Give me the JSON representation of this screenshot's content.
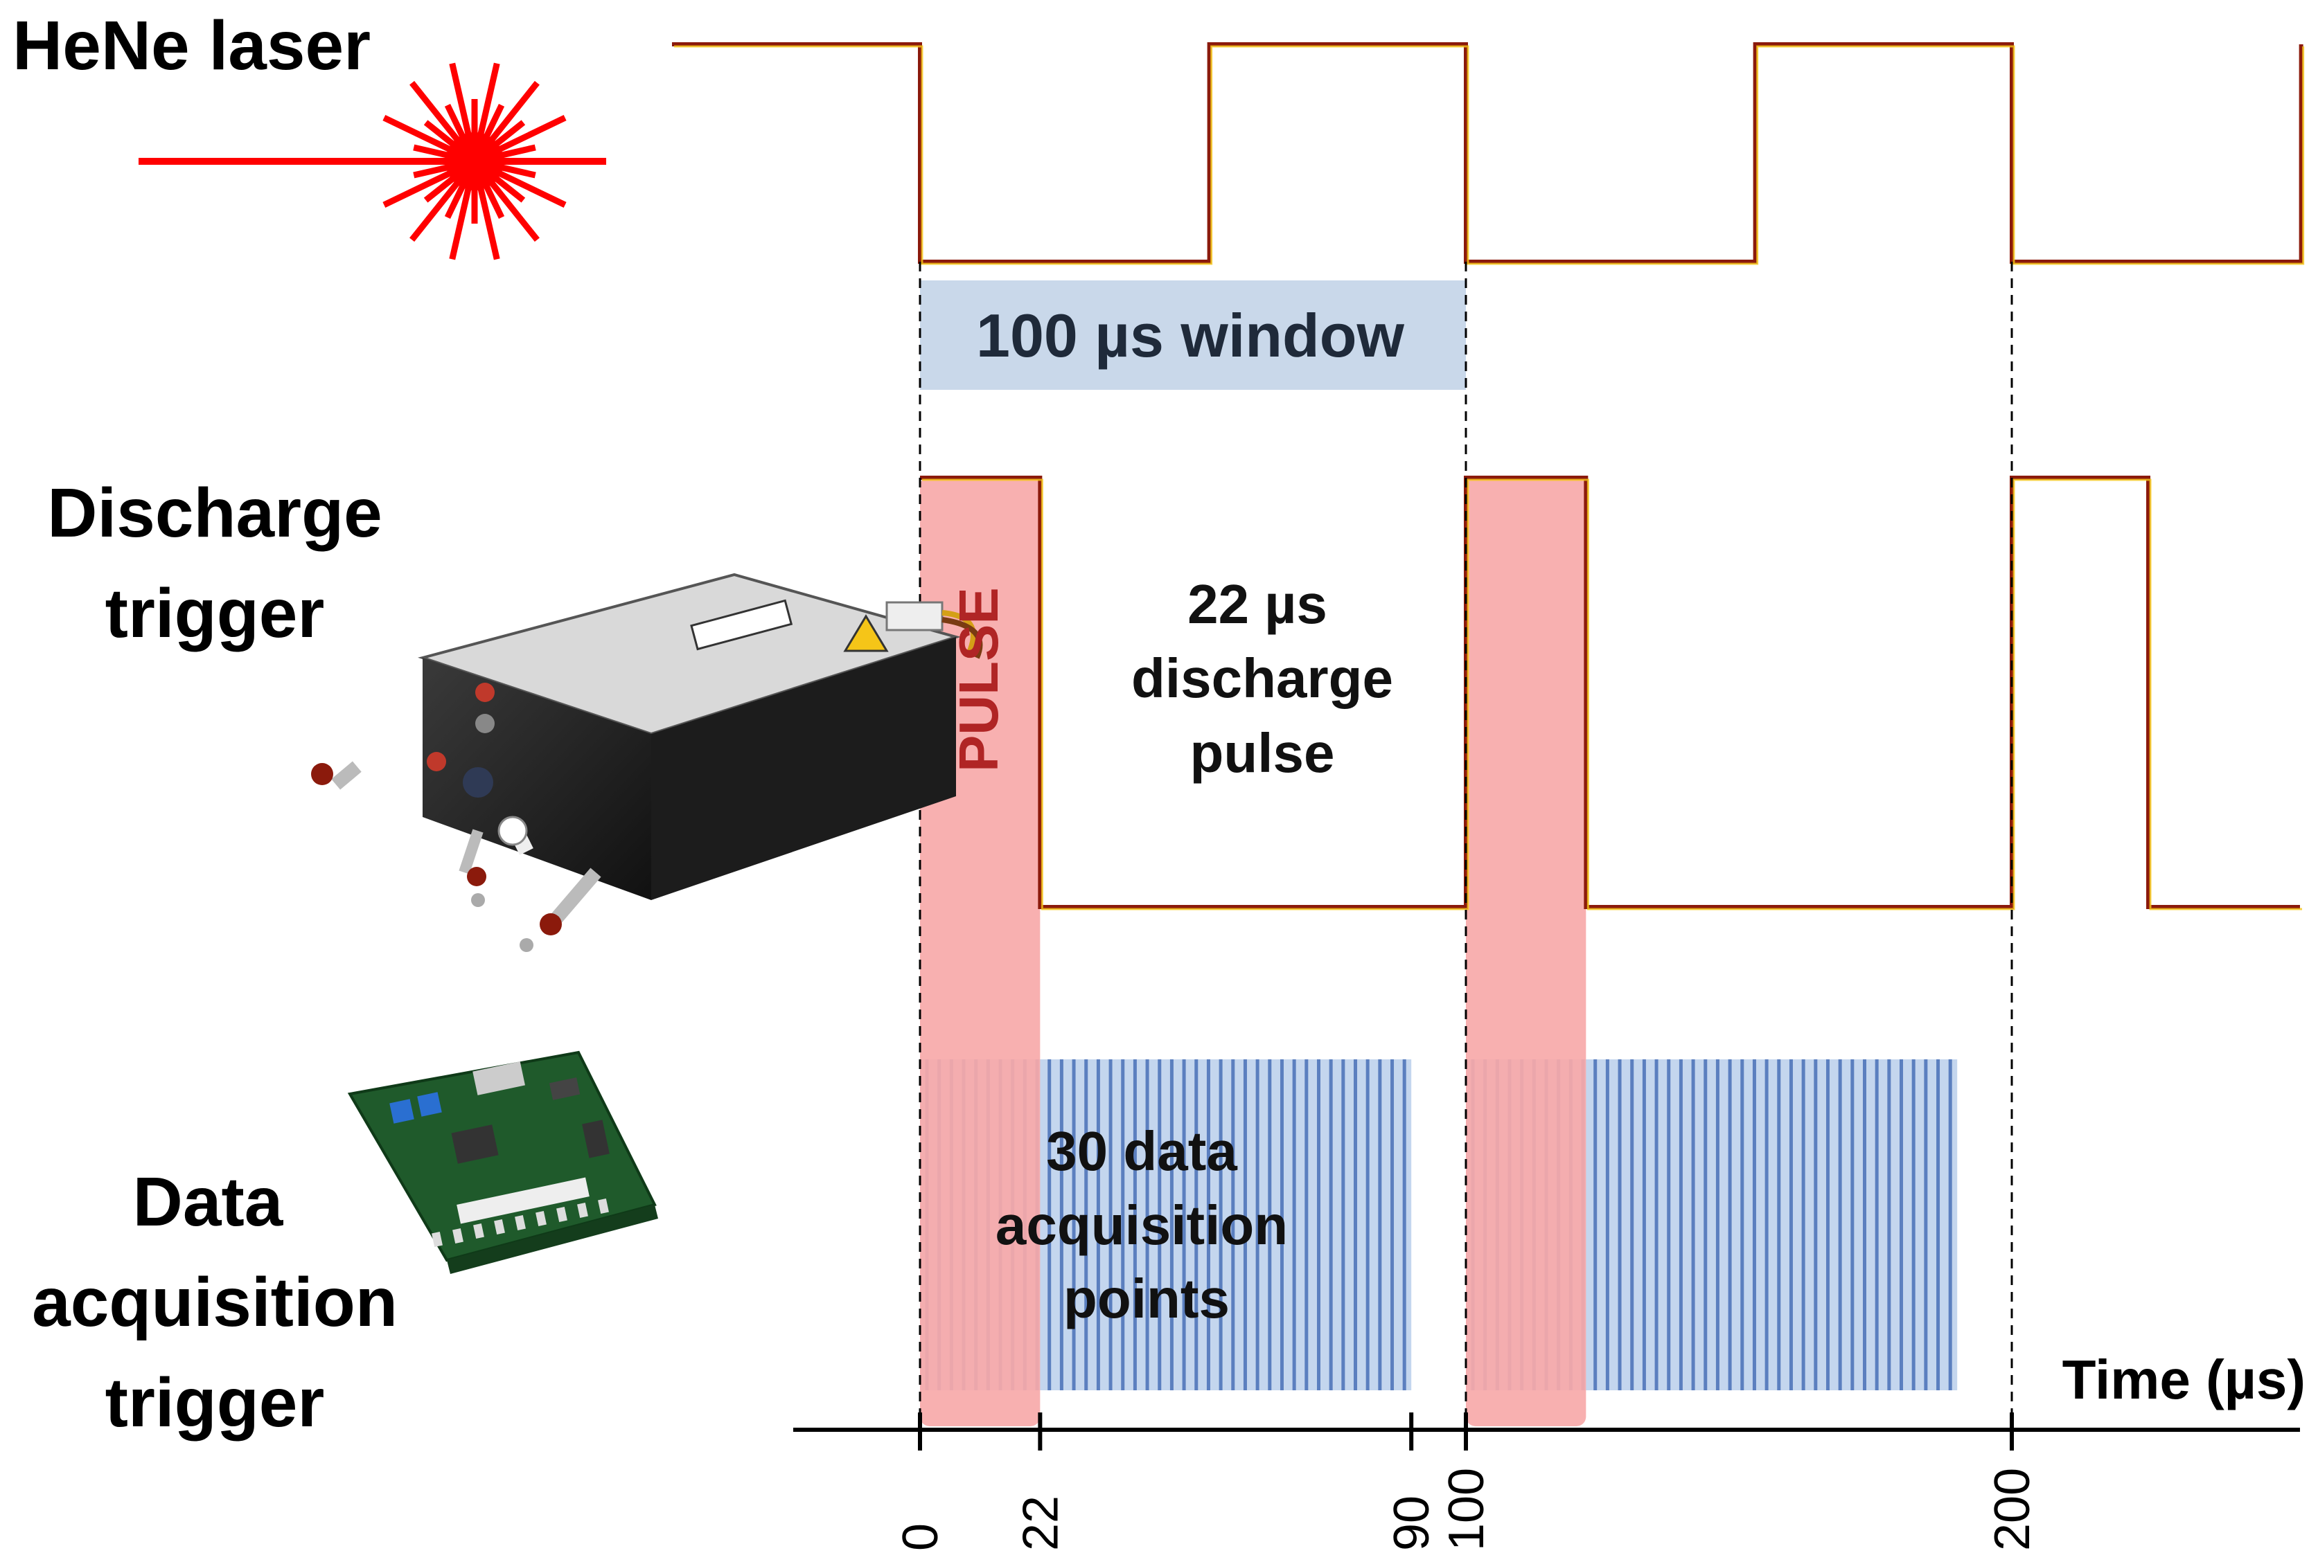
{
  "labels": {
    "hene_laser": "HeNe laser",
    "discharge_trigger_line1": "Discharge",
    "discharge_trigger_line2": "trigger",
    "daq_line1": "Data",
    "daq_line2": "acquisition",
    "daq_line3": "trigger"
  },
  "annotations": {
    "window": "100 µs window",
    "pulse_vertical": "PULSE",
    "discharge_line1": "22 µs",
    "discharge_line2": "discharge",
    "discharge_line3": "pulse",
    "daq_line1": "30 data",
    "daq_line2": "acquisition",
    "daq_line3": "points"
  },
  "axis": {
    "title": "Time (µs)",
    "ticks": [
      {
        "value": 0,
        "label": "0"
      },
      {
        "value": 22,
        "label": "22"
      },
      {
        "value": 90,
        "label": "90"
      },
      {
        "value": 100,
        "label": "100"
      },
      {
        "value": 200,
        "label": "200"
      }
    ]
  },
  "timing": {
    "window_us": 100,
    "discharge_pulse_us": 22,
    "acquisition_points": 30,
    "acquisition_end_us": 90
  },
  "colors": {
    "signal_dark": "#8b1a0c",
    "signal_light": "#f5c518",
    "window_fill": "#c9d8ea",
    "pulse_fill": "#f7a9a9",
    "acq_fill": "#c4d6ee",
    "acq_line": "#5b7fbf",
    "laser_red": "#ff0000"
  },
  "icons": {
    "laser": "laser-starburst-icon",
    "power_supply": "high-voltage-power-supply-icon",
    "fpga_board": "fpga-board-icon"
  }
}
